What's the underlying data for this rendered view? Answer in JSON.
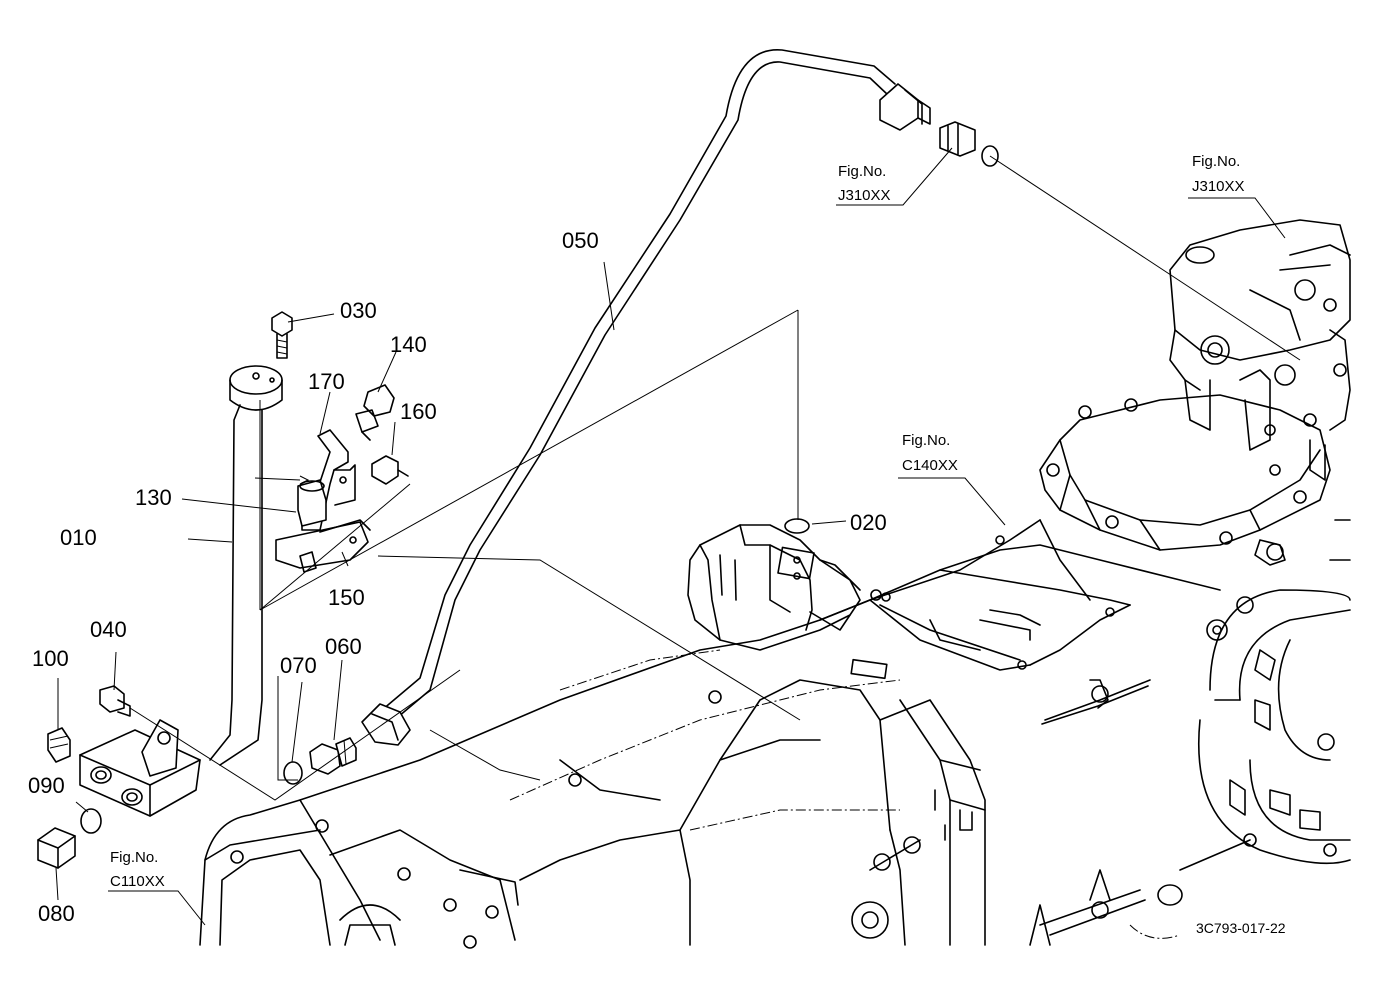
{
  "labels": {
    "p010": "010",
    "p020": "020",
    "p030": "030",
    "p040": "040",
    "p050": "050",
    "p060": "060",
    "p070": "070",
    "p080": "080",
    "p090": "090",
    "p100": "100",
    "p130": "130",
    "p140": "140",
    "p150": "150",
    "p160": "160",
    "p170": "170"
  },
  "figure_refs": {
    "ref_a": {
      "line1": "Fig.No.",
      "line2": "J310XX"
    },
    "ref_b": {
      "line1": "Fig.No.",
      "line2": "J310XX"
    },
    "ref_c": {
      "line1": "Fig.No.",
      "line2": "C140XX"
    },
    "ref_d": {
      "line1": "Fig.No.",
      "line2": "C110XX"
    }
  },
  "drawing_code": "3C793-017-22"
}
